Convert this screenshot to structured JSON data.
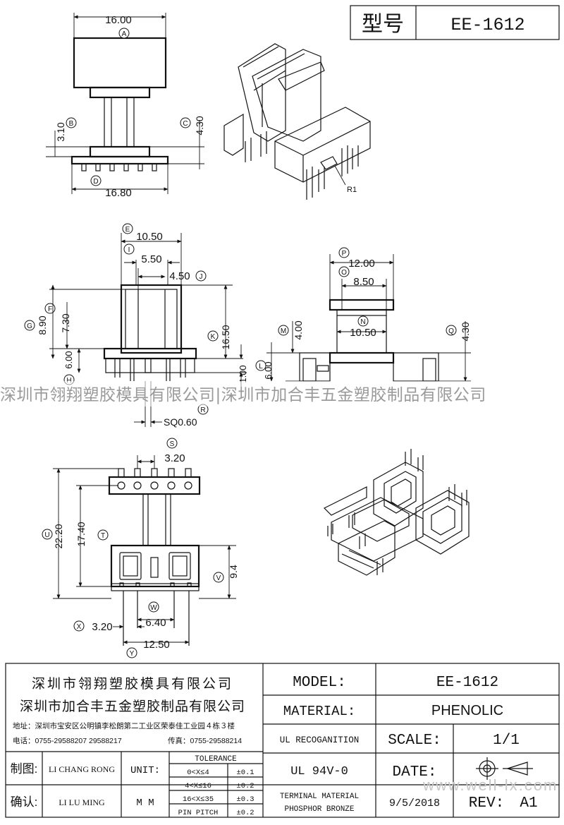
{
  "header": {
    "type_label": "型号",
    "model": "EE-1612"
  },
  "dims": {
    "A": {
      "label": "A",
      "value": "16.00"
    },
    "B": {
      "label": "B",
      "value": "3.10"
    },
    "C": {
      "label": "C",
      "value": "4.30"
    },
    "D": {
      "label": "D",
      "value": "16.80"
    },
    "E": {
      "label": "E",
      "value": "10.50"
    },
    "I": {
      "label": "I",
      "value": "5.50"
    },
    "J": {
      "label": "J",
      "value": "4.50"
    },
    "F": {
      "label": "F",
      "value": "7.30"
    },
    "G": {
      "label": "G",
      "value": "8.90"
    },
    "K": {
      "label": "K",
      "value": "16.50"
    },
    "H": {
      "label": "H",
      "value": "6.00"
    },
    "L": {
      "label": "L",
      "value": "1.00"
    },
    "R": {
      "label": "R",
      "value": "SQ0.60"
    },
    "P": {
      "label": "P",
      "value": "12.00"
    },
    "O": {
      "label": "O",
      "value": "8.50"
    },
    "N": {
      "label": "N",
      "value": "10.50"
    },
    "M": {
      "label": "M",
      "value": "4.00"
    },
    "Q": {
      "label": "Q",
      "value": "4.30"
    },
    "L2": {
      "label": "L",
      "value": "6.00"
    },
    "S": {
      "label": "S",
      "value": "3.20"
    },
    "U": {
      "label": "U",
      "value": "22.20"
    },
    "T": {
      "label": "T",
      "value": "17.40"
    },
    "V": {
      "label": "V",
      "value": "9.4"
    },
    "W": {
      "label": "W",
      "value": "6.40"
    },
    "X": {
      "label": "X",
      "value": "3.20"
    },
    "Y": {
      "label": "Y",
      "value": "12.50"
    },
    "R1": {
      "value": "R1"
    }
  },
  "watermark": {
    "text": "深圳市翎翔塑胶模具有限公司|深圳市加合丰五金塑胶制品有限公司",
    "site": "www.well-lx.com"
  },
  "title_block": {
    "company1": "深圳市翎翔塑胶模具有限公司",
    "company2": "深圳市加合丰五金塑胶制品有限公司",
    "address": "地址：深圳市宝安区公明镇李松朗第二工业区荣泰佳工业园４栋３楼",
    "phone": "电话：0755-29588207  29588217",
    "fax": "传真：0755-29588214",
    "drawn_label": "制图:",
    "drawn_by": "LI CHANG RONG",
    "check_label": "确认:",
    "checked_by": "LI LU MING",
    "unit_label": "UNIT:",
    "unit": "M M",
    "tolerance_header": "TOLERANCE",
    "tolerances": [
      {
        "range": "0<X≤4",
        "value": "±0.1"
      },
      {
        "range": "4<X≤16",
        "value": "±0.2"
      },
      {
        "range": "16<X≤35",
        "value": "±0.3"
      },
      {
        "range": "PIN PITCH",
        "value": "±0.2"
      }
    ],
    "model_label": "MODEL:",
    "model": "EE-1612",
    "material_label": "MATERIAL:",
    "material": "PHENOLIC",
    "ul_label": "UL RECOGANITION",
    "ul": "UL 94V-0",
    "scale_label": "SCALE:",
    "scale": "1/1",
    "date_label": "DATE:",
    "date": "9/5/2018",
    "terminal_label": "TERMINAL MATERIAL",
    "terminal": "PHOSPHOR  BRONZE",
    "rev_label": "REV:",
    "rev": "A1"
  }
}
